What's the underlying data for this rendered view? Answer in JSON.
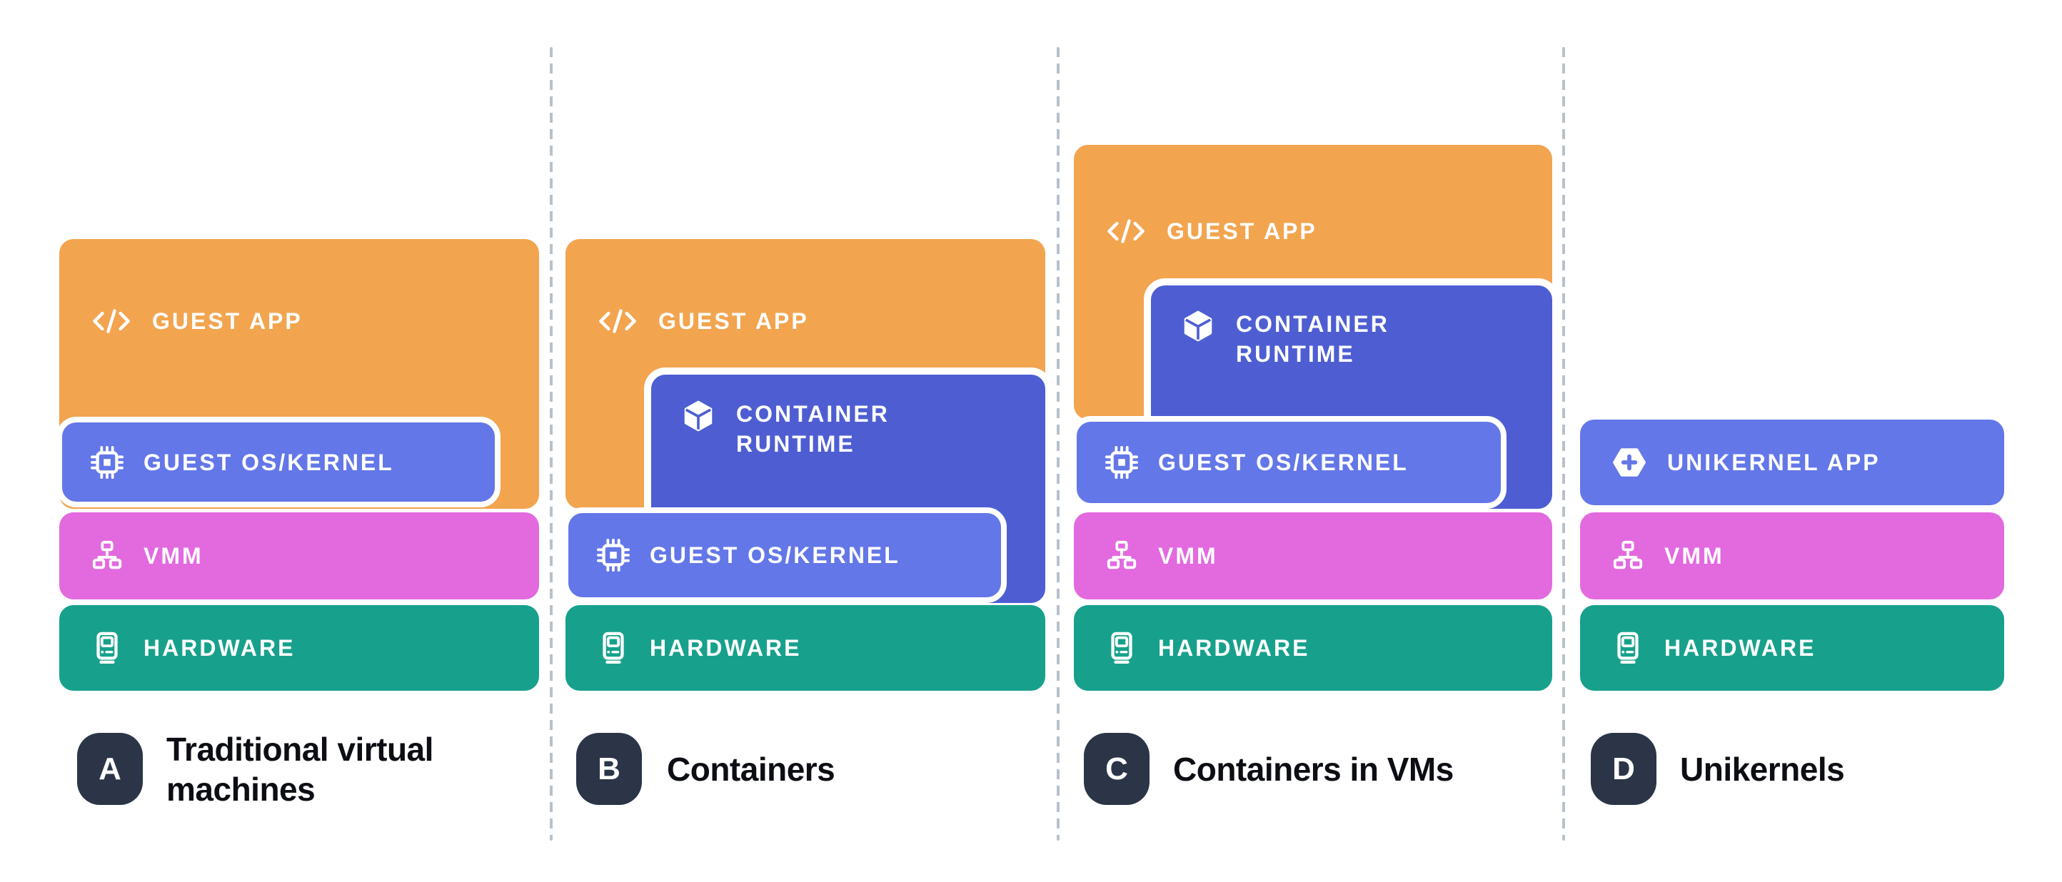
{
  "colors": {
    "orange": "#F2A44F",
    "blue": "#6377E8",
    "indigo": "#4E5ED2",
    "magenta": "#E369DF",
    "teal": "#17A18C",
    "navy": "#2B3547",
    "dash": "#B7C1CB",
    "text": "#0C0E14",
    "background": "#FFFFFF",
    "label": "#FFFFFF"
  },
  "columns": [
    {
      "badge": "A",
      "caption": "Traditional virtual machines",
      "caption_lines": [
        "Traditional virtual",
        "machines"
      ],
      "layers": [
        {
          "label": "GUEST APP",
          "icon": "code-icon"
        },
        {
          "label": "GUEST OS/KERNEL",
          "icon": "chip-icon"
        },
        {
          "label": "VMM",
          "icon": "sitemap-icon"
        },
        {
          "label": "HARDWARE",
          "icon": "computer-icon"
        }
      ]
    },
    {
      "badge": "B",
      "caption": "Containers",
      "caption_lines": [
        "Containers"
      ],
      "layers": [
        {
          "label": "GUEST APP",
          "icon": "code-icon"
        },
        {
          "label": "CONTAINER RUNTIME",
          "icon": "cube-icon"
        },
        {
          "label": "GUEST OS/KERNEL",
          "icon": "chip-icon"
        },
        {
          "label": "HARDWARE",
          "icon": "computer-icon"
        }
      ]
    },
    {
      "badge": "C",
      "caption": "Containers in VMs",
      "caption_lines": [
        "Containers in VMs"
      ],
      "layers": [
        {
          "label": "GUEST APP",
          "icon": "code-icon"
        },
        {
          "label": "CONTAINER RUNTIME",
          "icon": "cube-icon"
        },
        {
          "label": "GUEST OS/KERNEL",
          "icon": "chip-icon"
        },
        {
          "label": "VMM",
          "icon": "sitemap-icon"
        },
        {
          "label": "HARDWARE",
          "icon": "computer-icon"
        }
      ]
    },
    {
      "badge": "D",
      "caption": "Unikernels",
      "caption_lines": [
        "Unikernels"
      ],
      "layers": [
        {
          "label": "UNIKERNEL APP",
          "icon": "hexagon-plus-icon"
        },
        {
          "label": "VMM",
          "icon": "sitemap-icon"
        },
        {
          "label": "HARDWARE",
          "icon": "computer-icon"
        }
      ]
    }
  ]
}
